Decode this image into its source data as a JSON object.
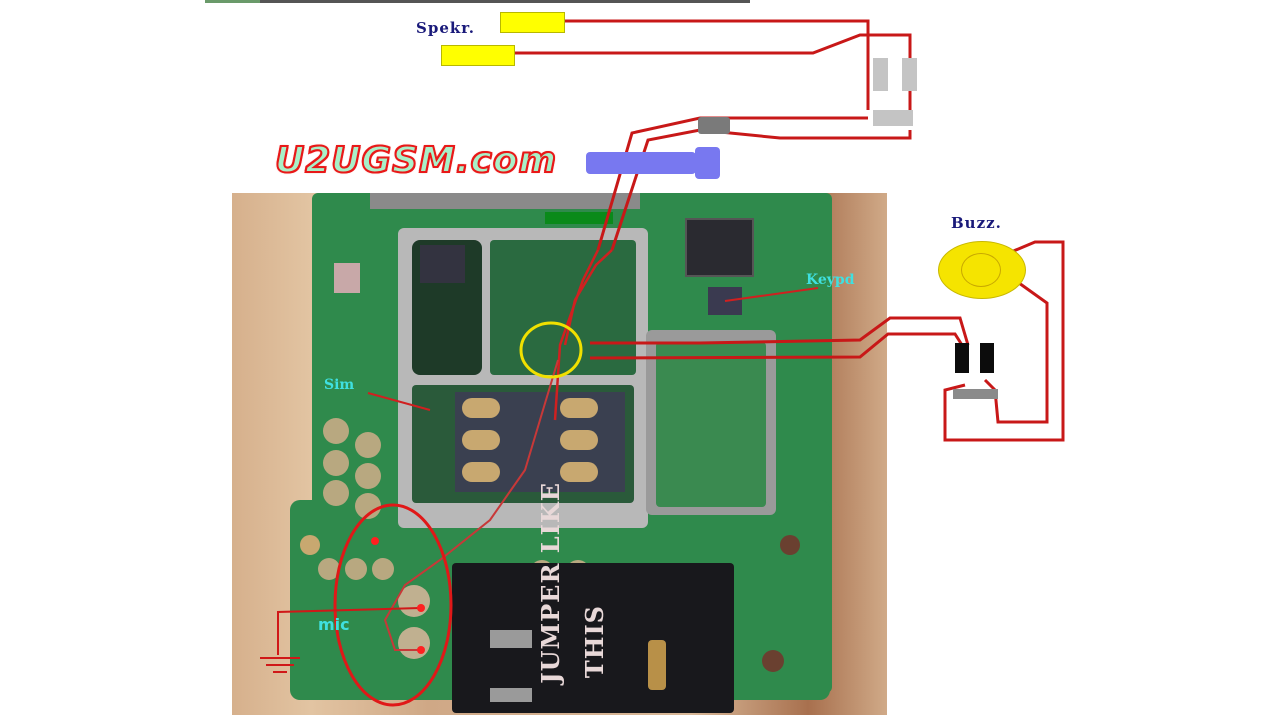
{
  "diagram": {
    "title": "U2UGSM.com",
    "labels": {
      "speaker": "Spekr.",
      "buzzer": "Buzz.",
      "keypad": "Keypd",
      "sim": "Sim",
      "mic": "mic",
      "jumper_line1": "JUMPER LIKE",
      "jumper_line2": "THIS"
    },
    "colors": {
      "wire": "#d01818",
      "speaker_pad": "#ffff00",
      "buzzer": "#f5e400",
      "connector_gray": "#c0c0c0",
      "connector_dark": "#7a7a7a",
      "pcb_green": "#2e8a4a",
      "case_tan": "#d8b08a",
      "label_navy": "#1a1a7a",
      "label_cyan": "#3fe0e0",
      "highlight_circle": "#f0e000",
      "probe": "#7878f0"
    },
    "components": [
      {
        "name": "speaker",
        "type": "pads",
        "count": 2
      },
      {
        "name": "buzzer",
        "type": "disc"
      },
      {
        "name": "vibrator-connector",
        "type": "pads",
        "count": 2
      },
      {
        "name": "keypad-ic",
        "type": "chip"
      },
      {
        "name": "sim-connector",
        "type": "pads",
        "count": 6
      },
      {
        "name": "mic-pads",
        "type": "pads",
        "count": 2
      },
      {
        "name": "ground",
        "type": "symbol"
      }
    ]
  }
}
